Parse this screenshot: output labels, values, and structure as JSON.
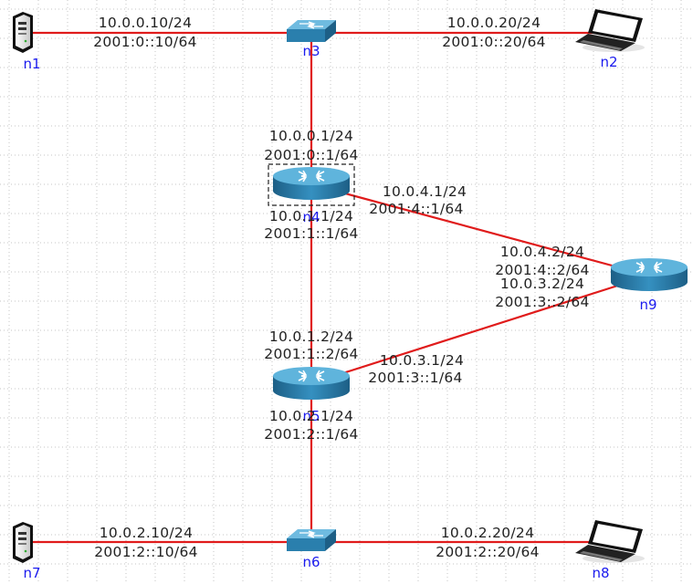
{
  "colors": {
    "link": "#e01b1b",
    "label": "#1a1aee",
    "text": "#222222",
    "grid": "#b8b8b8",
    "router": "#2a7fad",
    "router_top": "#5fb4dc"
  },
  "nodes": {
    "n1": {
      "label": "n1",
      "icon": "server-icon"
    },
    "n2": {
      "label": "n2",
      "icon": "laptop-icon"
    },
    "n3": {
      "label": "n3",
      "icon": "switch-icon"
    },
    "n4": {
      "label": "n4",
      "icon": "router-icon"
    },
    "n5": {
      "label": "n5",
      "icon": "router-icon"
    },
    "n6": {
      "label": "n6",
      "icon": "switch-icon"
    },
    "n7": {
      "label": "n7",
      "icon": "server-icon"
    },
    "n8": {
      "label": "n8",
      "icon": "laptop-icon"
    },
    "n9": {
      "label": "n9",
      "icon": "router-icon"
    }
  },
  "links": [
    {
      "from": "n1",
      "to": "n3"
    },
    {
      "from": "n3",
      "to": "n2"
    },
    {
      "from": "n3",
      "to": "n4"
    },
    {
      "from": "n4",
      "to": "n5"
    },
    {
      "from": "n4",
      "to": "n9"
    },
    {
      "from": "n5",
      "to": "n9"
    },
    {
      "from": "n5",
      "to": "n6"
    },
    {
      "from": "n7",
      "to": "n6"
    },
    {
      "from": "n6",
      "to": "n8"
    }
  ],
  "addresses": {
    "n1_v4": "10.0.0.10/24",
    "n1_v6": "2001:0::10/64",
    "n2_v4": "10.0.0.20/24",
    "n2_v6": "2001:0::20/64",
    "n4_top_v4": "10.0.0.1/24",
    "n4_top_v6": "2001:0::1/64",
    "n4_right_v4": "10.0.4.1/24",
    "n4_right_v6": "2001:4::1/64",
    "n4_bottom_v4": "10.0.1.1/24",
    "n4_bottom_v6": "2001:1::1/64",
    "n9_a_v4": "10.0.4.2/24",
    "n9_a_v6": "2001:4::2/64",
    "n9_b_v4": "10.0.3.2/24",
    "n9_b_v6": "2001:3::2/64",
    "n5_top_v4": "10.0.1.2/24",
    "n5_top_v6": "2001:1::2/64",
    "n5_right_v4": "10.0.3.1/24",
    "n5_right_v6": "2001:3::1/64",
    "n5_bottom_v4": "10.0.2.1/24",
    "n5_bottom_v6": "2001:2::1/64",
    "n7_v4": "10.0.2.10/24",
    "n7_v6": "2001:2::10/64",
    "n8_v4": "10.0.2.20/24",
    "n8_v6": "2001:2::20/64"
  }
}
